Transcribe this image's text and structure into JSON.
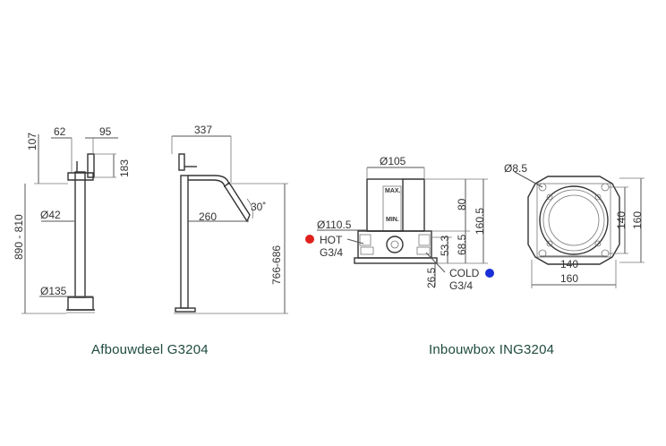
{
  "drawings": {
    "afbouwdeel": {
      "caption": "Afbouwdeel G3204",
      "dims": {
        "w62": "62",
        "w95": "95",
        "h107": "107",
        "h183": "183",
        "range890": "890 - 810",
        "d42": "Ø42",
        "d135": "Ø135"
      },
      "side": {
        "w337": "337",
        "w260": "260",
        "angle": "30˚",
        "range766": "766-686"
      }
    },
    "inbouwbox": {
      "caption": "Inbouwbox ING3204",
      "dims": {
        "d105": "Ø105",
        "d110": "Ø110.5",
        "h80": "80",
        "h160_5": "160.5",
        "h68_5": "68.5",
        "h53_3": "53.3",
        "h26_5": "26.5",
        "max": "MAX.",
        "min": "MIN.",
        "hot": "HOT",
        "hot_thread": "G3/4",
        "cold": "COLD",
        "cold_thread": "G3/4"
      },
      "top": {
        "d8_5": "Ø8.5",
        "w140": "140",
        "w160": "160",
        "h140": "140",
        "h160": "160"
      }
    }
  },
  "colors": {
    "hot": "#e0201b",
    "cold": "#1a2fd6",
    "caption": "#1f4b3f"
  }
}
